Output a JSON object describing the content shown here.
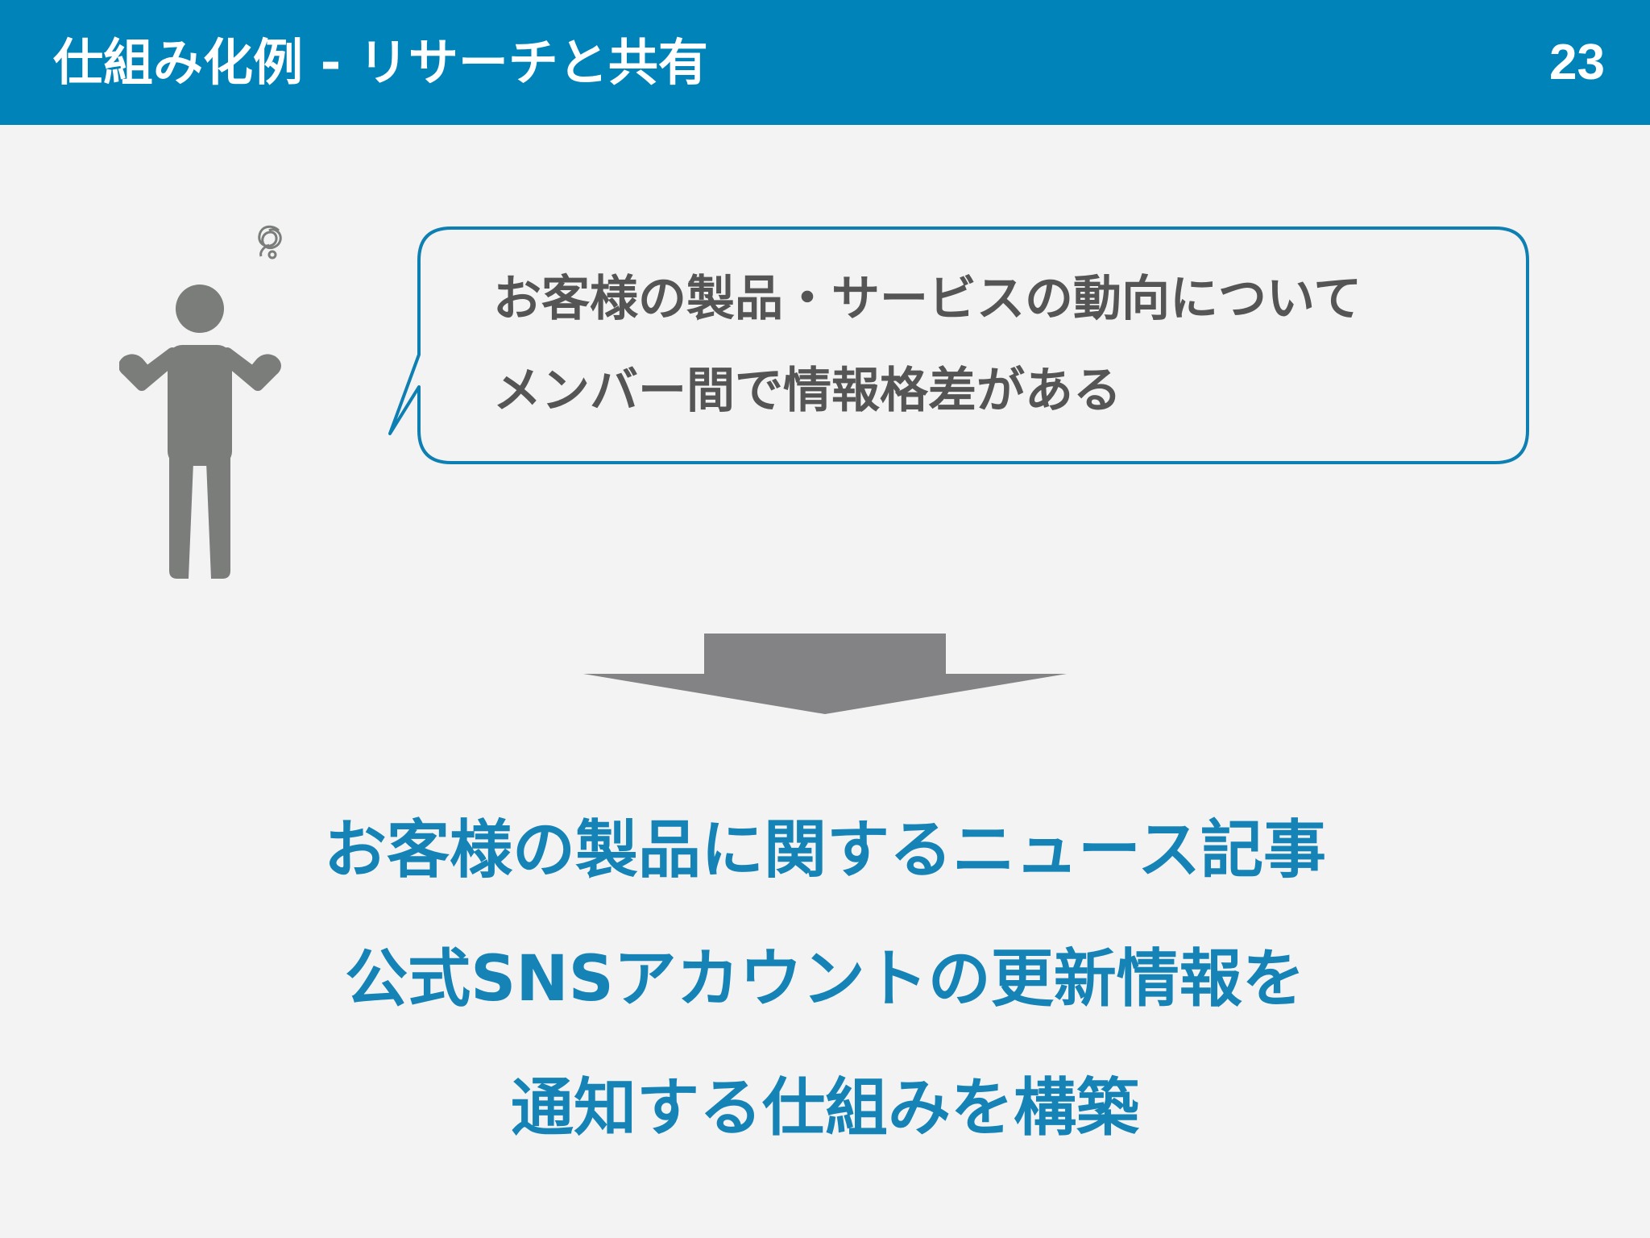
{
  "header": {
    "title": "仕組み化例 - リサーチと共有",
    "page_number": "23"
  },
  "illustration": {
    "person_icon": "confused-person-icon",
    "thought_icon": "scribble-thought-icon"
  },
  "speech_bubble": {
    "lines": [
      "お客様の製品・サービスの動向について",
      "メンバー間で情報格差がある"
    ]
  },
  "arrow_icon": "down-arrow-icon",
  "conclusion": {
    "lines": [
      "お客様の製品に関するニュース記事",
      "公式SNSアカウントの更新情報を",
      "通知する仕組みを構築"
    ]
  },
  "colors": {
    "header_bg": "#0083b8",
    "background": "#f3f3f4",
    "accent_text": "#1583b6",
    "bubble_border": "#0e7fb2",
    "figure_gray": "#7a7d7a",
    "arrow_gray": "#838285"
  }
}
